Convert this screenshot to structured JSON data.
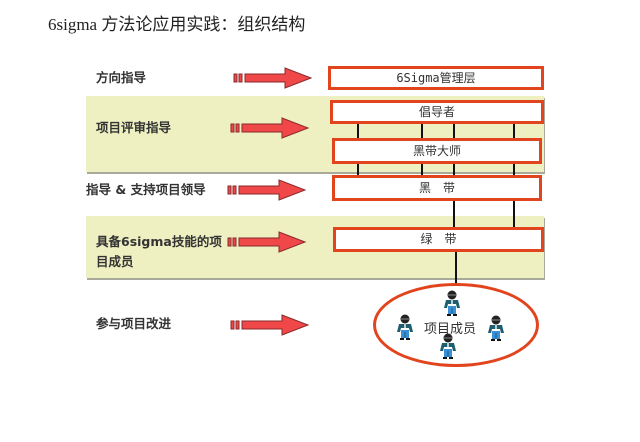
{
  "title": "6sigma 方法论应用实践：组织结构",
  "colors": {
    "band_bg": "#eef0c2",
    "box_border": "#e2451e",
    "arrow_fill": "#f04848",
    "arrow_stroke": "#8a2a2a",
    "line": "#111111"
  },
  "rows": [
    {
      "label": "方向指导"
    },
    {
      "label": "项目评审指导"
    },
    {
      "label": "指导 & 支持项目领导"
    },
    {
      "label": "具备6sigma技能的项目成员"
    },
    {
      "label": "参与项目改进"
    }
  ],
  "boxes": [
    {
      "label": "6Sigma管理层"
    },
    {
      "label": "倡导者"
    },
    {
      "label": "黑带大师"
    },
    {
      "label": "黑　带"
    },
    {
      "label": "绿　带"
    }
  ],
  "team": {
    "label": "项目成员",
    "member_count": 4,
    "icon": "person-icon"
  }
}
